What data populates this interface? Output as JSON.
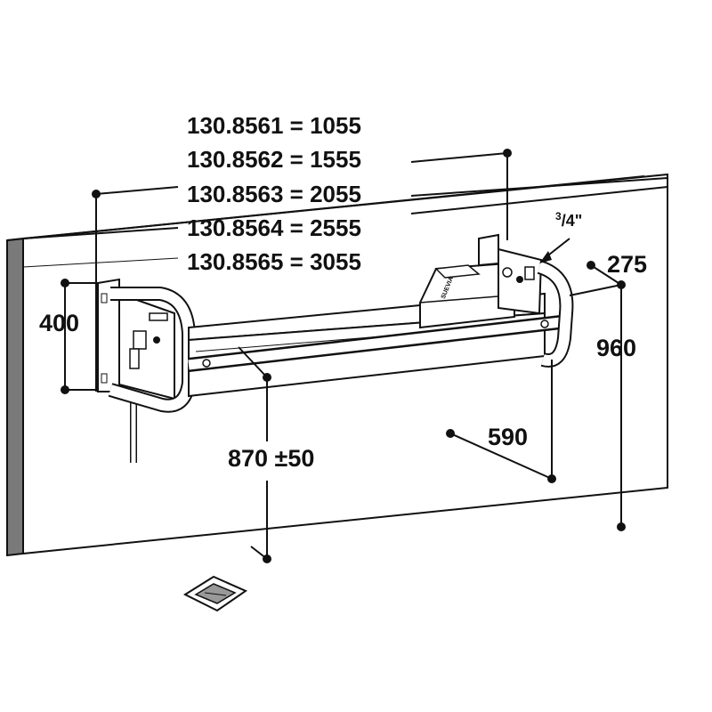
{
  "models": [
    {
      "code": "130.8561",
      "length": "1055"
    },
    {
      "code": "130.8562",
      "length": "1555"
    },
    {
      "code": "130.8563",
      "length": "2055"
    },
    {
      "code": "130.8564",
      "length": "2555"
    },
    {
      "code": "130.8565",
      "length": "3055"
    }
  ],
  "dimensions": {
    "bracket_height": "400",
    "mount_height": "870 ±50",
    "depth": "590",
    "total_height": "960",
    "side_offset": "275"
  },
  "pipe_fitting": {
    "numerator": "3",
    "denominator": "4",
    "inch_mark": "\""
  },
  "brand": "SUEVIA",
  "line_color": "#111111",
  "wall_shadow_color": "#7a7a7a"
}
